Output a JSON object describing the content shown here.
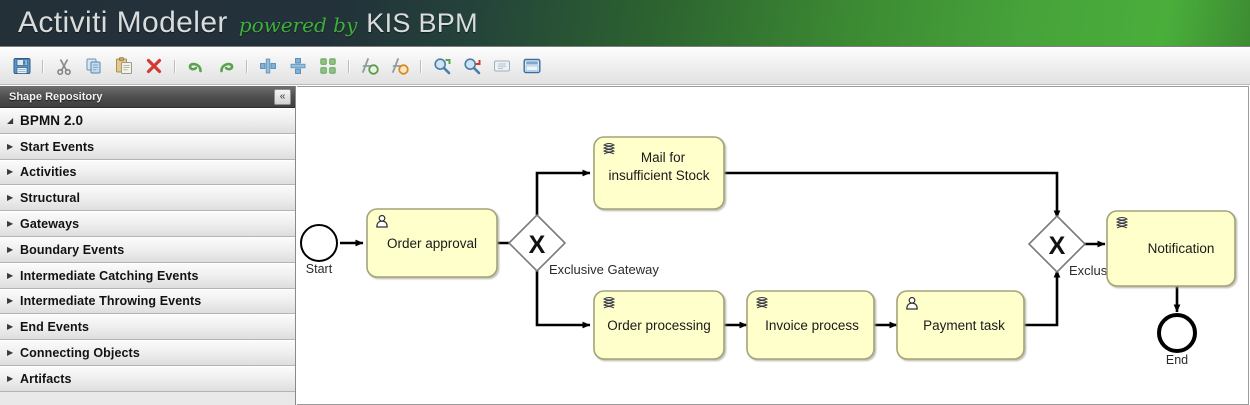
{
  "header": {
    "brand": "Activiti Modeler",
    "powered_by": "powered by",
    "sub_brand": "KIS BPM",
    "gradient_left": "#233038",
    "gradient_right": "#4aae3b",
    "text_color": "#d9dcdc",
    "powered_color": "#3fae3a"
  },
  "toolbar": {
    "items": [
      {
        "name": "save-icon",
        "label": "Save"
      },
      {
        "name": "separator",
        "label": ""
      },
      {
        "name": "cut-icon",
        "label": "Cut"
      },
      {
        "name": "copy-icon",
        "label": "Copy"
      },
      {
        "name": "paste-icon",
        "label": "Paste"
      },
      {
        "name": "delete-icon",
        "label": "Delete"
      },
      {
        "name": "separator",
        "label": ""
      },
      {
        "name": "undo-icon",
        "label": "Undo"
      },
      {
        "name": "redo-icon",
        "label": "Redo"
      },
      {
        "name": "separator",
        "label": ""
      },
      {
        "name": "align-horizontal-icon",
        "label": "Align horizontal"
      },
      {
        "name": "align-vertical-icon",
        "label": "Align vertical"
      },
      {
        "name": "same-size-icon",
        "label": "Same size"
      },
      {
        "name": "separator",
        "label": ""
      },
      {
        "name": "zoom-in-shape-icon",
        "label": "Zoom in"
      },
      {
        "name": "zoom-out-shape-icon",
        "label": "Zoom out"
      },
      {
        "name": "separator",
        "label": ""
      },
      {
        "name": "zoom-fit-icon",
        "label": "Zoom fit"
      },
      {
        "name": "zoom-reset-icon",
        "label": "Zoom reset"
      },
      {
        "name": "grid-icon",
        "label": "Toggle grid"
      },
      {
        "name": "fullscreen-icon",
        "label": "Fullscreen"
      }
    ]
  },
  "sidebar": {
    "title": "Shape Repository",
    "collapse_glyph": "«",
    "items": [
      {
        "label": "BPMN 2.0",
        "expanded": true,
        "arrow": "◢"
      },
      {
        "label": "Start Events",
        "expanded": false,
        "arrow": "▶"
      },
      {
        "label": "Activities",
        "expanded": false,
        "arrow": "▶"
      },
      {
        "label": "Structural",
        "expanded": false,
        "arrow": "▶"
      },
      {
        "label": "Gateways",
        "expanded": false,
        "arrow": "▶"
      },
      {
        "label": "Boundary Events",
        "expanded": false,
        "arrow": "▶"
      },
      {
        "label": "Intermediate Catching Events",
        "expanded": false,
        "arrow": "▶"
      },
      {
        "label": "Intermediate Throwing Events",
        "expanded": false,
        "arrow": "▶"
      },
      {
        "label": "End Events",
        "expanded": false,
        "arrow": "▶"
      },
      {
        "label": "Connecting Objects",
        "expanded": false,
        "arrow": "▶"
      },
      {
        "label": "Artifacts",
        "expanded": false,
        "arrow": "▶"
      }
    ]
  },
  "diagram": {
    "task_fill": "#ffffcc",
    "task_stroke": "#a3a37a",
    "line_color": "#000000",
    "nodes": {
      "start_event": {
        "label": "Start",
        "type": "start-event"
      },
      "order_approval": {
        "label": "Order approval",
        "type": "user-task"
      },
      "gateway_1": {
        "label": "Exclusive Gateway",
        "glyph": "X",
        "type": "exclusive-gateway"
      },
      "mail_insufficient_stock": {
        "line1": "Mail for",
        "line2": "insufficient Stock",
        "type": "script-task"
      },
      "order_processing": {
        "label": "Order processing",
        "type": "script-task"
      },
      "invoice_process": {
        "label": "Invoice process",
        "type": "script-task"
      },
      "payment_task": {
        "label": "Payment task",
        "type": "user-task"
      },
      "gateway_2": {
        "label": "Exclusi",
        "glyph": "X",
        "type": "exclusive-gateway"
      },
      "notification": {
        "label": "Notification",
        "type": "script-task"
      },
      "end_event": {
        "label": "End",
        "type": "end-event"
      }
    }
  }
}
